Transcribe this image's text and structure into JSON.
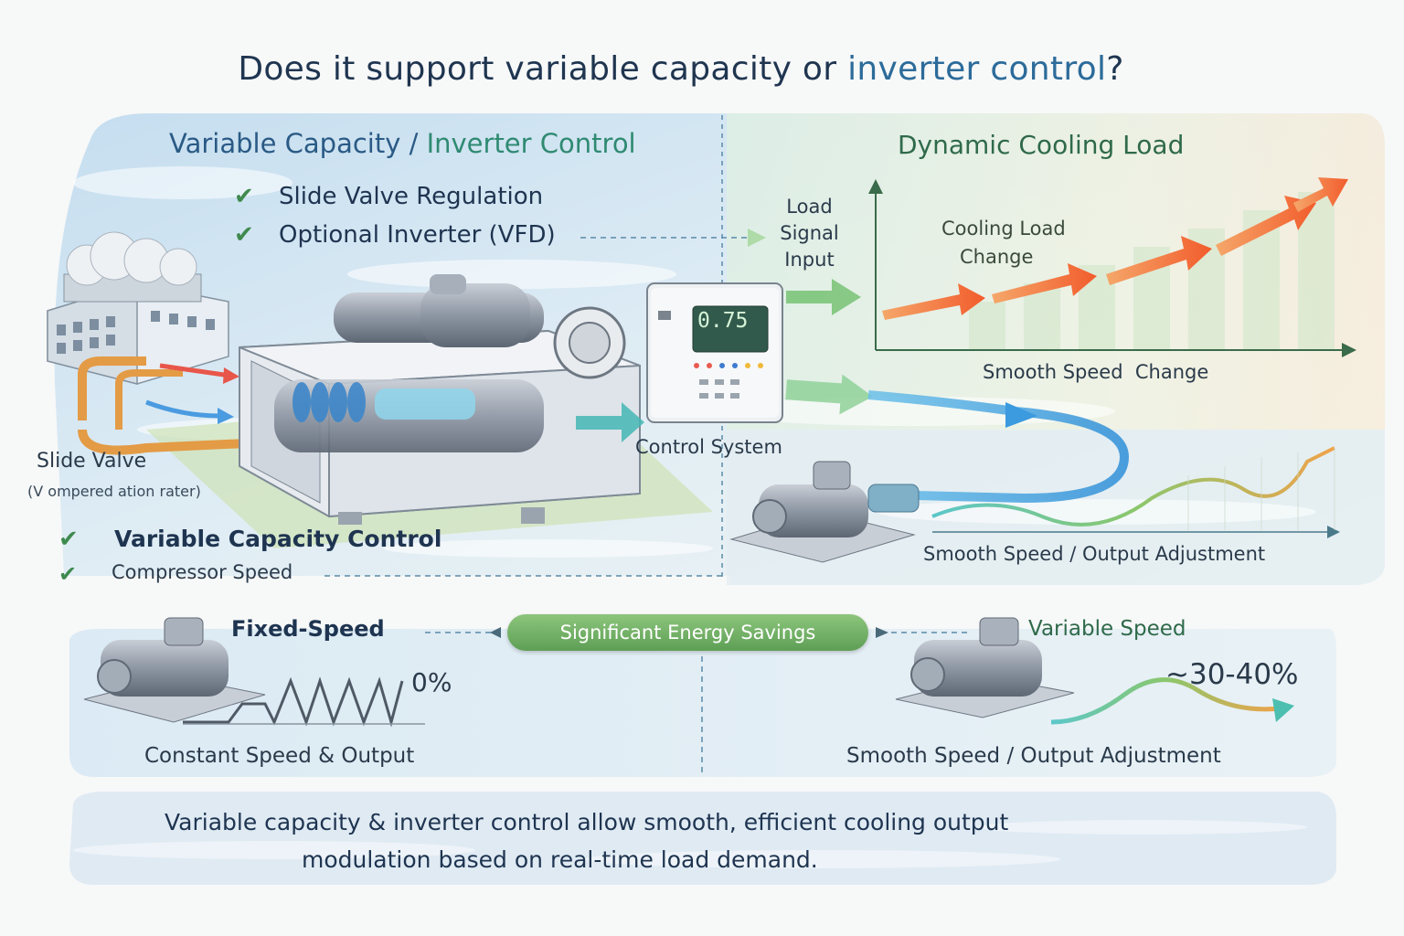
{
  "title": {
    "prefix": "Does it support variable capacity or ",
    "highlight": "inverter control",
    "suffix": "?"
  },
  "left_panel": {
    "heading_a": "Variable Capacity / ",
    "heading_b": "Inverter Control",
    "features": [
      "Slide Valve Regulation",
      "Optional Inverter (VFD)"
    ],
    "slide_valve_label": "Slide Valve",
    "slide_valve_note": "(V ompered ation rater)",
    "bottom_features": [
      "Variable Capacity Control",
      "Compressor Speed"
    ],
    "controller_display": "0.75",
    "control_system_label": "Control System"
  },
  "right_panel": {
    "heading": "Dynamic Cooling Load",
    "load_signal_lines": [
      "Load",
      "Signal",
      "Input"
    ],
    "cooling_load_lines": [
      "Cooling Load",
      "Change"
    ],
    "chart_caption": "Smooth Speed  Change",
    "pump_caption": "Smooth Speed / Output Adjustment"
  },
  "comparison": {
    "energy_badge": "Significant Energy Savings",
    "fixed": {
      "title": "Fixed-Speed",
      "value": "0%",
      "caption": "Constant Speed & Output"
    },
    "variable": {
      "title": "Variable Speed",
      "value": "~30-40%",
      "caption": "Smooth Speed / Output Adjustment"
    }
  },
  "summary": {
    "line1": "Variable capacity & inverter control allow smooth, efficient cooling output",
    "line2": "modulation based on real-time load demand."
  },
  "colors": {
    "title": "#1f3550",
    "accent_blue": "#2c6b9a",
    "accent_green": "#3f8a4f",
    "badge_green": "#6aa85e",
    "arrow_orange": "#f28a3c"
  },
  "icons": [
    "check-icon",
    "building-icon",
    "compressor-icon",
    "controller-icon",
    "pump-icon",
    "motor-icon",
    "arrow-icon"
  ]
}
